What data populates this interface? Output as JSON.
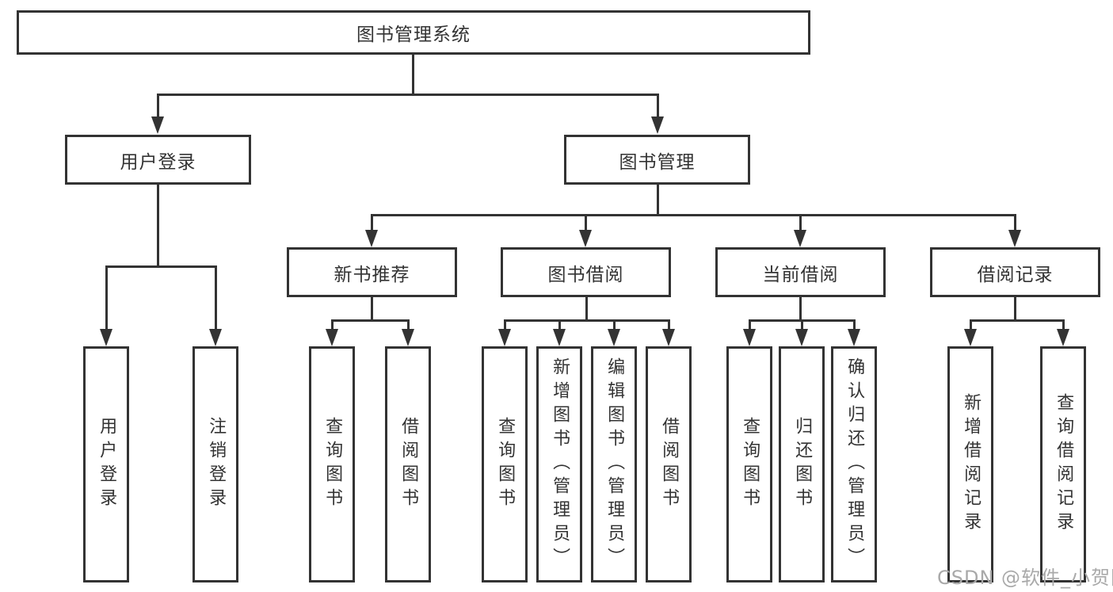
{
  "colors": {
    "line": "#333333",
    "text": "#333333",
    "background": "#ffffff",
    "watermark": "#a9a9a9"
  },
  "watermark": {
    "text": "CSDN @软件_小贺同学"
  },
  "tree": {
    "root": {
      "label": "图书管理系统",
      "children": [
        {
          "label": "用户登录",
          "children": [
            {
              "label": "用户登录"
            },
            {
              "label": "注销登录"
            }
          ]
        },
        {
          "label": "图书管理",
          "children": [
            {
              "label": "新书推荐",
              "children": [
                {
                  "label": "查询图书"
                },
                {
                  "label": "借阅图书"
                }
              ]
            },
            {
              "label": "图书借阅",
              "children": [
                {
                  "label": "查询图书"
                },
                {
                  "label": "新增图书（管理员）"
                },
                {
                  "label": "编辑图书（管理员）"
                },
                {
                  "label": "借阅图书"
                }
              ]
            },
            {
              "label": "当前借阅",
              "children": [
                {
                  "label": "查询图书"
                },
                {
                  "label": "归还图书"
                },
                {
                  "label": "确认归还（管理员）"
                }
              ]
            },
            {
              "label": "借阅记录",
              "children": [
                {
                  "label": "新增借阅记录"
                },
                {
                  "label": "查询借阅记录"
                }
              ]
            }
          ]
        }
      ]
    }
  }
}
